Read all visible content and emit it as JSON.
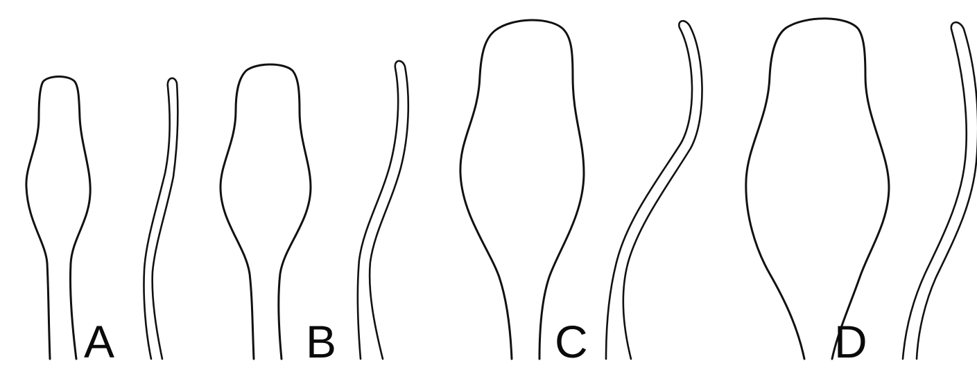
{
  "figure": {
    "panels": [
      {
        "id": "A",
        "label": "A"
      },
      {
        "id": "B",
        "label": "B"
      },
      {
        "id": "C",
        "label": "C"
      },
      {
        "id": "D",
        "label": "D"
      }
    ],
    "colors": {
      "background": "#ffffff",
      "line": "#111111"
    }
  }
}
